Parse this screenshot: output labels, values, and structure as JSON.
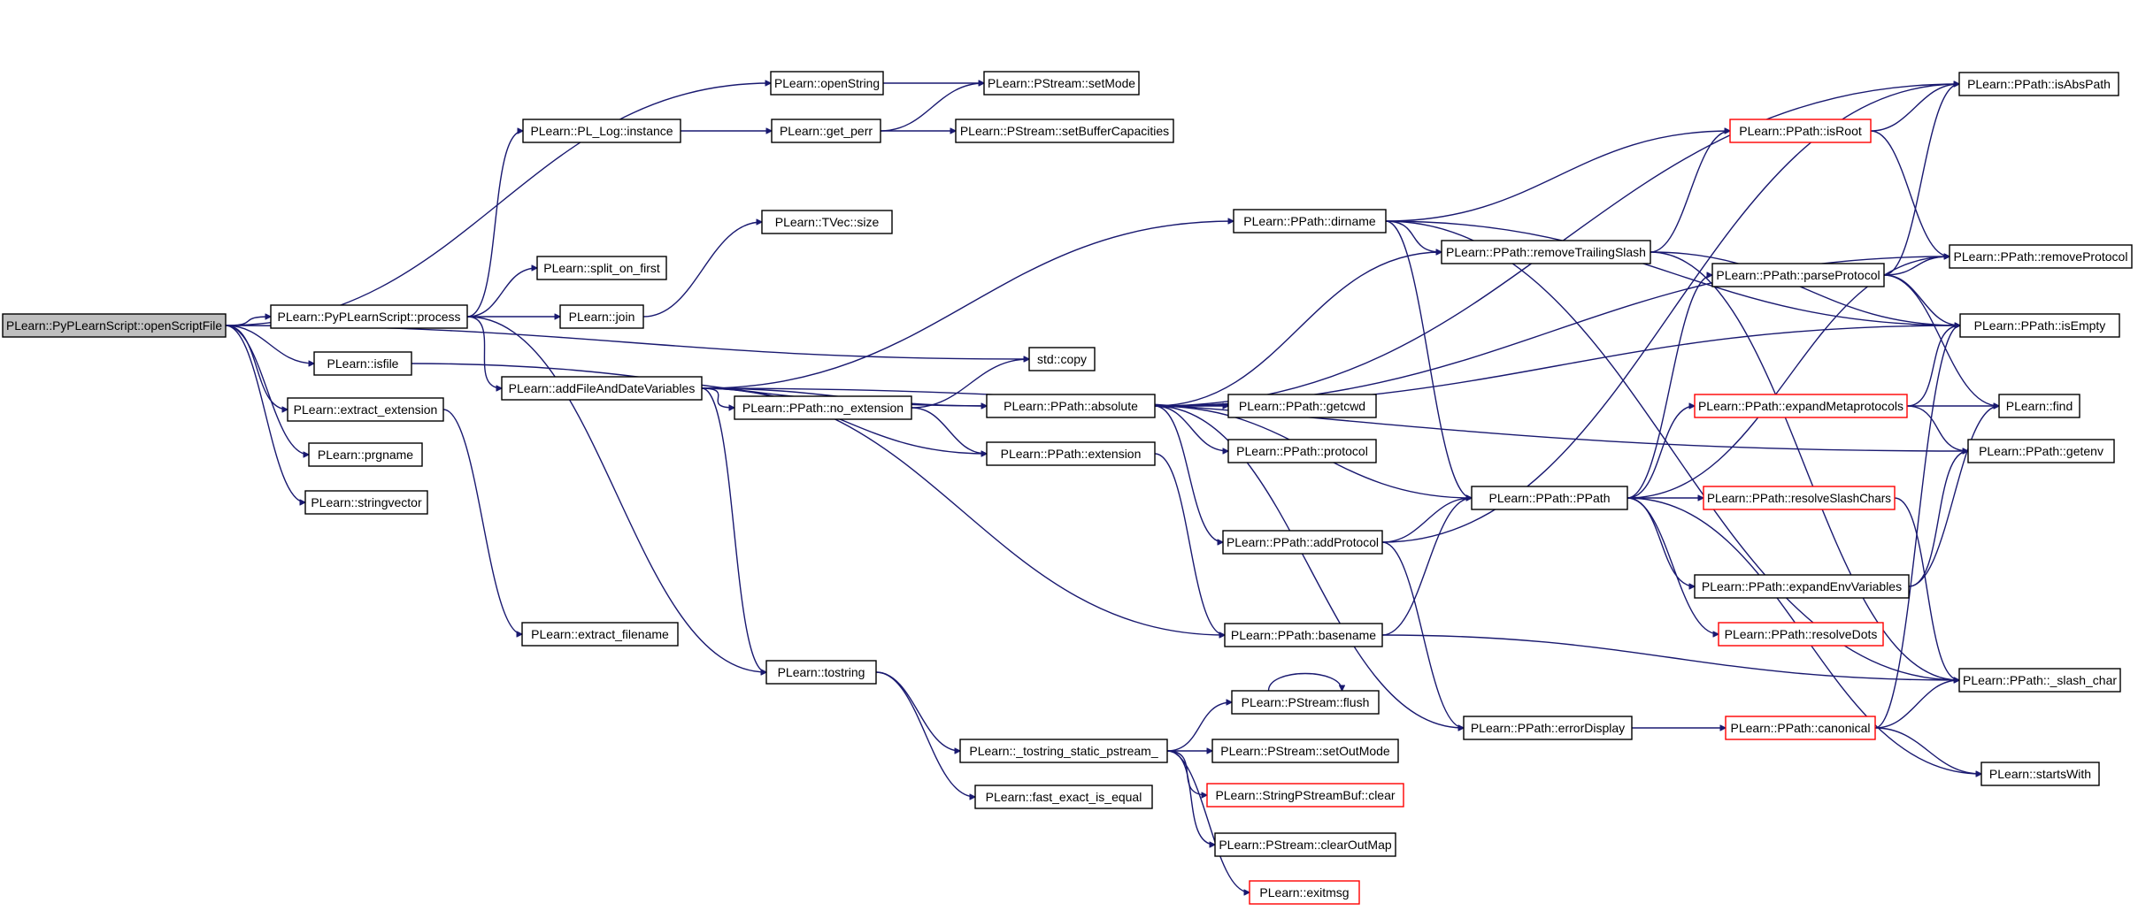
{
  "colors": {
    "edge": "#191970",
    "node_border": "#000000",
    "truncated_border": "#ff0000",
    "root_fill": "#bfbfbf",
    "background": "#ffffff"
  },
  "nodes": {
    "openScriptFile": {
      "label": "PLearn::PyPLearnScript::openScriptFile",
      "style": "root"
    },
    "openString": {
      "label": "PLearn::openString"
    },
    "setMode": {
      "label": "PLearn::PStream::setMode"
    },
    "PL_Log_instance": {
      "label": "PLearn::PL_Log::instance"
    },
    "get_perr": {
      "label": "PLearn::get_perr"
    },
    "setBufferCapacities": {
      "label": "PLearn::PStream::setBufferCapacities"
    },
    "TVec_size": {
      "label": "PLearn::TVec::size"
    },
    "split_on_first": {
      "label": "PLearn::split_on_first"
    },
    "process": {
      "label": "PLearn::PyPLearnScript::process"
    },
    "join": {
      "label": "PLearn::join"
    },
    "isfile": {
      "label": "PLearn::isfile"
    },
    "addFileAndDateVariables": {
      "label": "PLearn::addFileAndDateVariables"
    },
    "extract_extension": {
      "label": "PLearn::extract_extension"
    },
    "prgname": {
      "label": "PLearn::prgname"
    },
    "stringvector": {
      "label": "PLearn::stringvector"
    },
    "extract_filename": {
      "label": "PLearn::extract_filename"
    },
    "std_copy": {
      "label": "std::copy"
    },
    "no_extension": {
      "label": "PLearn::PPath::no_extension"
    },
    "absolute": {
      "label": "PLearn::PPath::absolute"
    },
    "extension": {
      "label": "PLearn::PPath::extension"
    },
    "getcwd": {
      "label": "PLearn::PPath::getcwd"
    },
    "protocol": {
      "label": "PLearn::PPath::protocol"
    },
    "dirname": {
      "label": "PLearn::PPath::dirname"
    },
    "addProtocol": {
      "label": "PLearn::PPath::addProtocol"
    },
    "basename": {
      "label": "PLearn::PPath::basename"
    },
    "tostring": {
      "label": "PLearn::tostring"
    },
    "tostring_static_pstream": {
      "label": "PLearn::_tostring_static_pstream_"
    },
    "fast_exact_is_equal": {
      "label": "PLearn::fast_exact_is_equal"
    },
    "flush": {
      "label": "PLearn::PStream::flush"
    },
    "setOutMode": {
      "label": "PLearn::PStream::setOutMode"
    },
    "StringPStreamBuf_clear": {
      "label": "PLearn::StringPStreamBuf::clear",
      "style": "truncated"
    },
    "clearOutMap": {
      "label": "PLearn::PStream::clearOutMap"
    },
    "exitmsg": {
      "label": "PLearn::exitmsg",
      "style": "truncated"
    },
    "removeTrailingSlash": {
      "label": "PLearn::PPath::removeTrailingSlash"
    },
    "isRoot": {
      "label": "PLearn::PPath::isRoot",
      "style": "truncated"
    },
    "parseProtocol": {
      "label": "PLearn::PPath::parseProtocol"
    },
    "PPath": {
      "label": "PLearn::PPath::PPath"
    },
    "errorDisplay": {
      "label": "PLearn::PPath::errorDisplay"
    },
    "expandMetaprotocols": {
      "label": "PLearn::PPath::expandMetaprotocols",
      "style": "truncated"
    },
    "resolveSlashChars": {
      "label": "PLearn::PPath::resolveSlashChars",
      "style": "truncated"
    },
    "expandEnvVariables": {
      "label": "PLearn::PPath::expandEnvVariables"
    },
    "resolveDots": {
      "label": "PLearn::PPath::resolveDots",
      "style": "truncated"
    },
    "canonical": {
      "label": "PLearn::PPath::canonical",
      "style": "truncated"
    },
    "isAbsPath": {
      "label": "PLearn::PPath::isAbsPath"
    },
    "removeProtocol": {
      "label": "PLearn::PPath::removeProtocol"
    },
    "isEmpty": {
      "label": "PLearn::PPath::isEmpty"
    },
    "find": {
      "label": "PLearn::find"
    },
    "getenv": {
      "label": "PLearn::PPath::getenv"
    },
    "slash_char": {
      "label": "PLearn::PPath::_slash_char"
    },
    "startsWith": {
      "label": "PLearn::startsWith"
    }
  },
  "edges": [
    [
      "openScriptFile",
      "openString"
    ],
    [
      "openScriptFile",
      "std_copy"
    ],
    [
      "openScriptFile",
      "process"
    ],
    [
      "openScriptFile",
      "isfile"
    ],
    [
      "openScriptFile",
      "extract_extension"
    ],
    [
      "openScriptFile",
      "prgname"
    ],
    [
      "openScriptFile",
      "stringvector"
    ],
    [
      "openString",
      "setMode"
    ],
    [
      "PL_Log_instance",
      "get_perr"
    ],
    [
      "get_perr",
      "setMode"
    ],
    [
      "get_perr",
      "setBufferCapacities"
    ],
    [
      "process",
      "PL_Log_instance"
    ],
    [
      "process",
      "split_on_first"
    ],
    [
      "process",
      "join"
    ],
    [
      "process",
      "addFileAndDateVariables"
    ],
    [
      "process",
      "tostring"
    ],
    [
      "join",
      "TVec_size"
    ],
    [
      "isfile",
      "absolute"
    ],
    [
      "extract_extension",
      "extract_filename"
    ],
    [
      "addFileAndDateVariables",
      "dirname"
    ],
    [
      "addFileAndDateVariables",
      "getenv"
    ],
    [
      "addFileAndDateVariables",
      "no_extension"
    ],
    [
      "addFileAndDateVariables",
      "absolute"
    ],
    [
      "addFileAndDateVariables",
      "extension"
    ],
    [
      "addFileAndDateVariables",
      "basename"
    ],
    [
      "addFileAndDateVariables",
      "tostring"
    ],
    [
      "no_extension",
      "std_copy"
    ],
    [
      "no_extension",
      "extension"
    ],
    [
      "absolute",
      "isAbsPath"
    ],
    [
      "absolute",
      "removeProtocol"
    ],
    [
      "absolute",
      "isEmpty"
    ],
    [
      "absolute",
      "removeTrailingSlash"
    ],
    [
      "absolute",
      "getcwd"
    ],
    [
      "absolute",
      "protocol"
    ],
    [
      "absolute",
      "addProtocol"
    ],
    [
      "absolute",
      "PPath"
    ],
    [
      "absolute",
      "errorDisplay"
    ],
    [
      "extension",
      "basename"
    ],
    [
      "dirname",
      "isRoot"
    ],
    [
      "dirname",
      "removeTrailingSlash"
    ],
    [
      "dirname",
      "isEmpty"
    ],
    [
      "dirname",
      "PPath"
    ],
    [
      "dirname",
      "slash_char"
    ],
    [
      "addProtocol",
      "isAbsPath"
    ],
    [
      "addProtocol",
      "PPath"
    ],
    [
      "addProtocol",
      "errorDisplay"
    ],
    [
      "basename",
      "PPath"
    ],
    [
      "basename",
      "slash_char"
    ],
    [
      "tostring",
      "tostring_static_pstream"
    ],
    [
      "tostring",
      "fast_exact_is_equal"
    ],
    [
      "tostring_static_pstream",
      "flush"
    ],
    [
      "tostring_static_pstream",
      "setOutMode"
    ],
    [
      "tostring_static_pstream",
      "StringPStreamBuf_clear"
    ],
    [
      "tostring_static_pstream",
      "clearOutMap"
    ],
    [
      "tostring_static_pstream",
      "exitmsg"
    ],
    [
      "flush",
      "flush"
    ],
    [
      "removeTrailingSlash",
      "isRoot"
    ],
    [
      "removeTrailingSlash",
      "isEmpty"
    ],
    [
      "removeTrailingSlash",
      "slash_char"
    ],
    [
      "isRoot",
      "isAbsPath"
    ],
    [
      "isRoot",
      "removeProtocol"
    ],
    [
      "parseProtocol",
      "isAbsPath"
    ],
    [
      "parseProtocol",
      "removeProtocol"
    ],
    [
      "parseProtocol",
      "isEmpty"
    ],
    [
      "parseProtocol",
      "find"
    ],
    [
      "PPath",
      "parseProtocol"
    ],
    [
      "PPath",
      "removeProtocol"
    ],
    [
      "PPath",
      "expandMetaprotocols"
    ],
    [
      "PPath",
      "resolveSlashChars"
    ],
    [
      "PPath",
      "expandEnvVariables"
    ],
    [
      "PPath",
      "resolveDots"
    ],
    [
      "PPath",
      "startsWith"
    ],
    [
      "errorDisplay",
      "canonical"
    ],
    [
      "expandMetaprotocols",
      "isEmpty"
    ],
    [
      "expandMetaprotocols",
      "find"
    ],
    [
      "expandMetaprotocols",
      "getenv"
    ],
    [
      "resolveSlashChars",
      "slash_char"
    ],
    [
      "expandEnvVariables",
      "find"
    ],
    [
      "expandEnvVariables",
      "getenv"
    ],
    [
      "canonical",
      "isEmpty"
    ],
    [
      "canonical",
      "slash_char"
    ],
    [
      "canonical",
      "startsWith"
    ]
  ]
}
